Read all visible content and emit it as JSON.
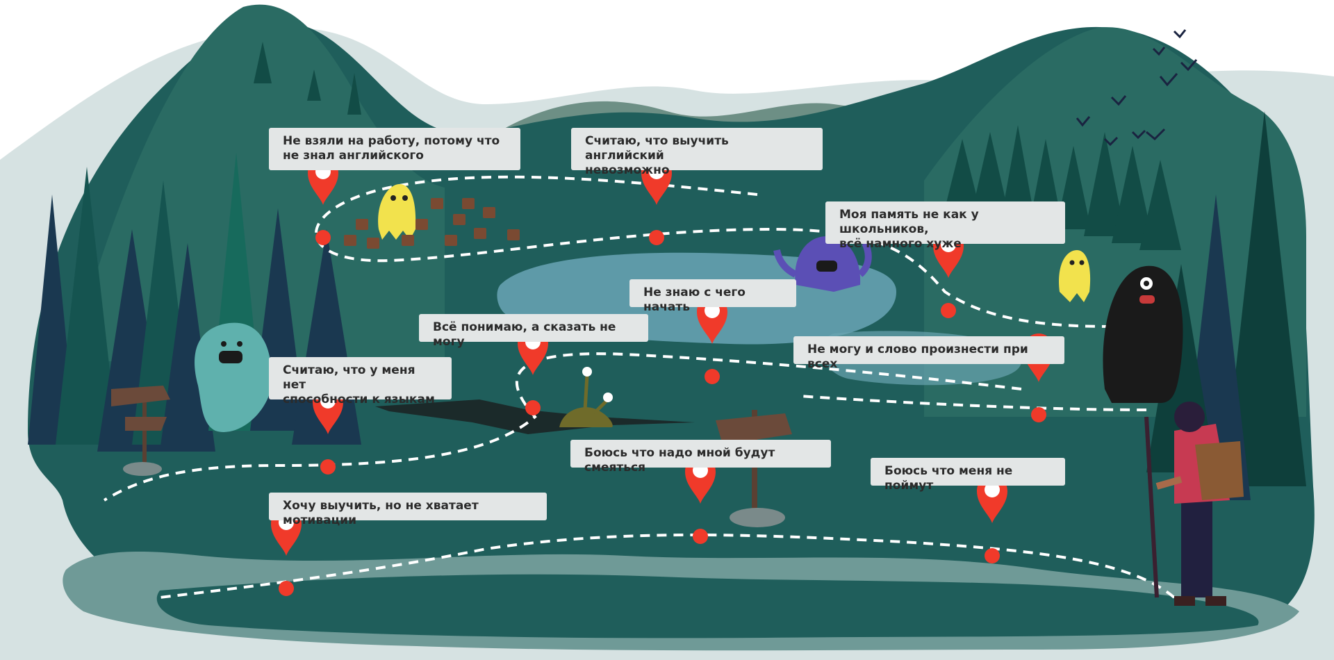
{
  "colors": {
    "forest_dark": "#0f4a46",
    "forest_mid": "#1f5e5b",
    "forest_light": "#2f7a72",
    "water": "#5e9aa8",
    "pin_red": "#f03a2a",
    "label_bg": "#e3e6e6",
    "path_dash": "#ffffff"
  },
  "labels": [
    {
      "id": "no-job",
      "text": "Не взяли на работу, потому что\nне знал английского"
    },
    {
      "id": "impossible",
      "text": "Считаю, что выучить английский\nневозможно"
    },
    {
      "id": "memory",
      "text": "Моя память не как у школьников,\nвсё намного хуже"
    },
    {
      "id": "dont-know-start",
      "text": "Не знаю с чего начать"
    },
    {
      "id": "understand-cant-say",
      "text": "Всё понимаю, а сказать не могу"
    },
    {
      "id": "cant-pronounce",
      "text": "Не могу и слово произнести при всех"
    },
    {
      "id": "no-ability",
      "text": "Считаю, что у меня нет\nспособности к языкам"
    },
    {
      "id": "laughed-at",
      "text": "Боюсь что надо мной будут смеяться"
    },
    {
      "id": "not-understood",
      "text": "Боюсь что меня не поймут"
    },
    {
      "id": "no-motivation",
      "text": "Хочу выучить, но не хватает мотивации"
    }
  ],
  "pins_count": 10,
  "icons": [
    "map-pin-icon",
    "yellow-ghost-icon",
    "purple-monster-icon",
    "teal-yeti-icon",
    "black-yeti-icon",
    "slug-monster-icon",
    "signpost-icon",
    "hiker-icon",
    "bird-icon"
  ]
}
